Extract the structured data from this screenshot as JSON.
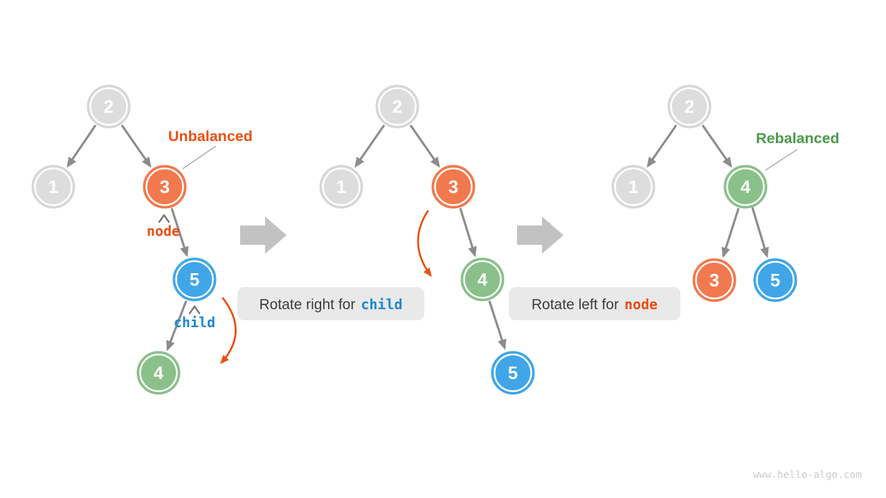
{
  "figure": {
    "description": "AVL tree right-left rotation: unbalanced tree, intermediate tree after right rotation, rebalanced tree after left rotation"
  },
  "watermark": "www.hello-algo.com",
  "annotations": {
    "unbalanced": "Unbalanced",
    "rebalanced": "Rebalanced",
    "node_pointer": "node",
    "child_pointer": "child"
  },
  "captions": {
    "rotate_right": {
      "prefix": "Rotate right for",
      "keyword": "child"
    },
    "rotate_left": {
      "prefix": "Rotate left for",
      "keyword": "node"
    }
  },
  "trees": [
    {
      "name": "unbalanced tree",
      "nodes": [
        {
          "value": "2",
          "color": "gray"
        },
        {
          "value": "1",
          "color": "gray"
        },
        {
          "value": "3",
          "color": "orange"
        },
        {
          "value": "5",
          "color": "blue"
        },
        {
          "value": "4",
          "color": "green"
        }
      ],
      "edges": [
        "2->1",
        "2->3",
        "3->5",
        "5->4"
      ]
    },
    {
      "name": "after right rotation of child",
      "nodes": [
        {
          "value": "2",
          "color": "gray"
        },
        {
          "value": "1",
          "color": "gray"
        },
        {
          "value": "3",
          "color": "orange"
        },
        {
          "value": "4",
          "color": "green"
        },
        {
          "value": "5",
          "color": "blue"
        }
      ],
      "edges": [
        "2->1",
        "2->3",
        "3->4",
        "4->5"
      ]
    },
    {
      "name": "rebalanced tree after left rotation of node",
      "nodes": [
        {
          "value": "2",
          "color": "gray"
        },
        {
          "value": "1",
          "color": "gray"
        },
        {
          "value": "4",
          "color": "green"
        },
        {
          "value": "3",
          "color": "orange"
        },
        {
          "value": "5",
          "color": "blue"
        }
      ],
      "edges": [
        "2->1",
        "2->4",
        "4->3",
        "4->5"
      ]
    }
  ],
  "colors": {
    "gray_node": "#DDDDDD",
    "gray_node_border": "#D6D6D6",
    "orange_node": "#F2794E",
    "blue_node": "#40A6E8",
    "green_node": "#8AC08A",
    "orange_text": "#EB4F12",
    "blue_text": "#1E88D2",
    "green_text": "#4C9A4A",
    "edge": "#8C8C8C",
    "big_arrow": "#C2C2C2",
    "caption_box_bg": "#E9E9E9",
    "caption_text": "#3C3C3C",
    "watermark": "#CBCBCB",
    "node_value_text": "#FFFFFF"
  }
}
